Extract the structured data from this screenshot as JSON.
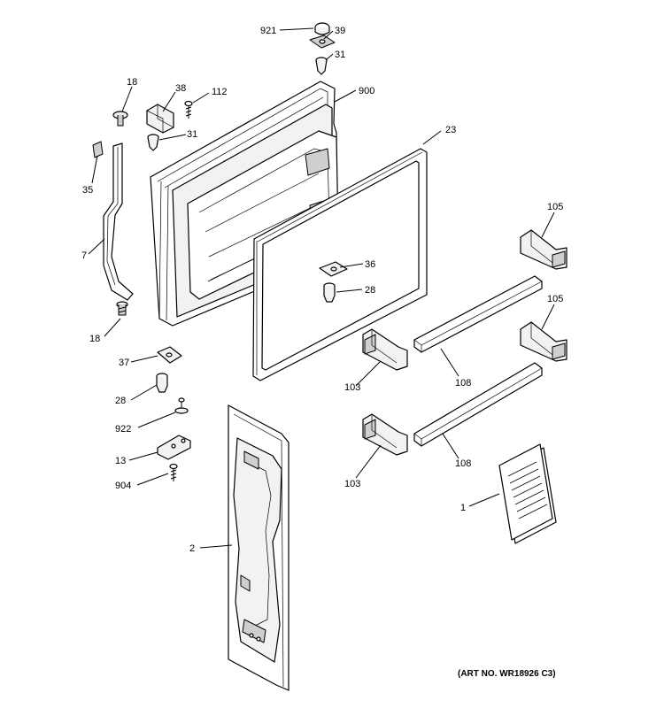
{
  "art_number": "(ART NO. WR18926 C3)",
  "callouts": {
    "c921": "921",
    "c39": "39",
    "c31a": "31",
    "c18a": "18",
    "c38": "38",
    "c112": "112",
    "c900": "900",
    "c31b": "31",
    "c23": "23",
    "c35": "35",
    "c7": "7",
    "c105a": "105",
    "c36": "36",
    "c28a": "28",
    "c18b": "18",
    "c105b": "105",
    "c37": "37",
    "c103a": "103",
    "c108a": "108",
    "c28b": "28",
    "c922": "922",
    "c13": "13",
    "c904": "904",
    "c103b": "103",
    "c108b": "108",
    "c1": "1",
    "c2": "2"
  }
}
